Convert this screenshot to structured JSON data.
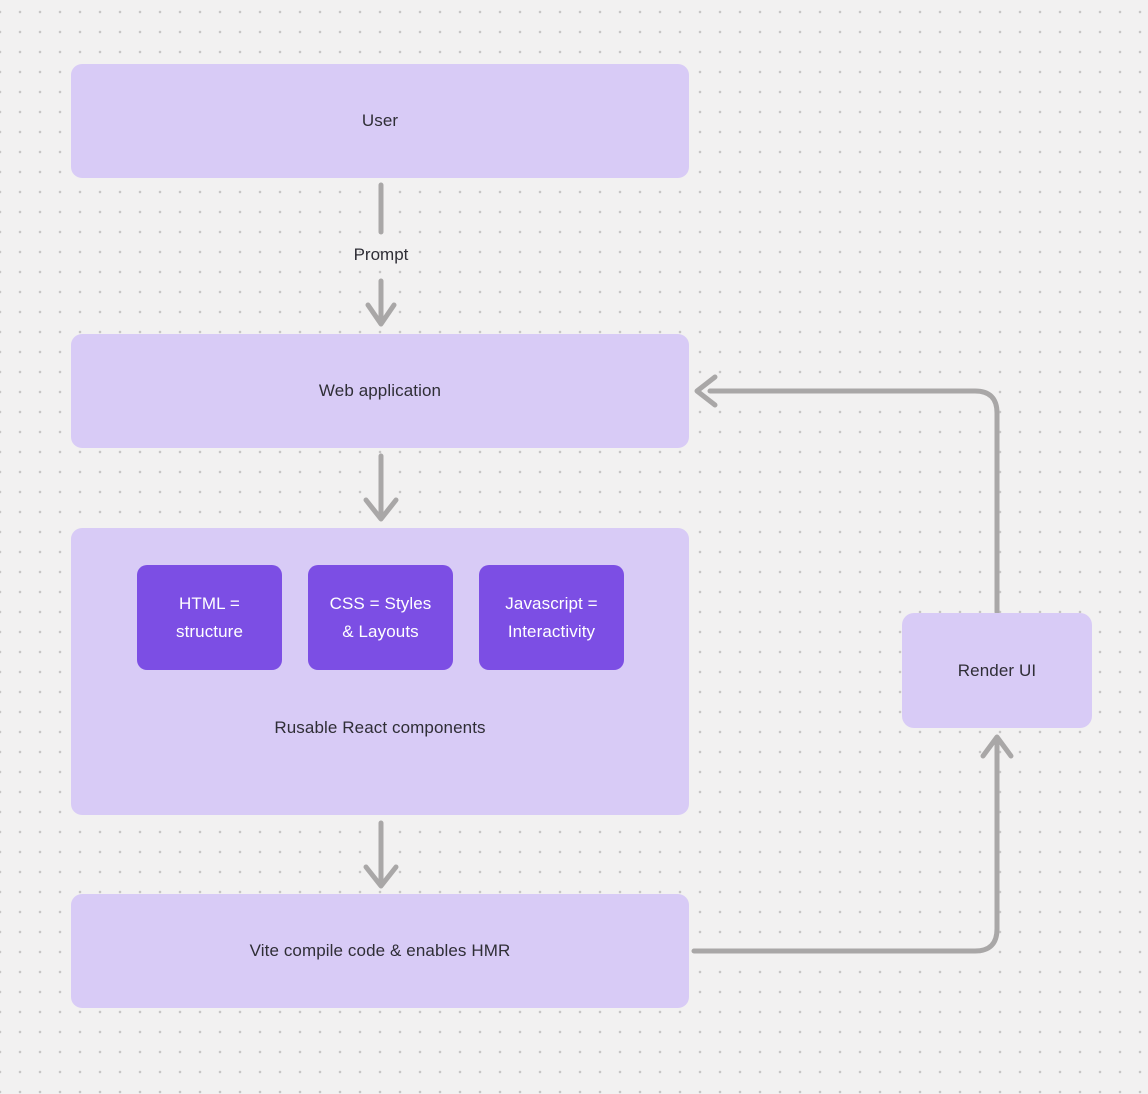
{
  "diagram": {
    "nodes": {
      "user": "User",
      "web_application": "Web application",
      "group_caption": "Rusable React components",
      "chips": [
        "HTML =\nstructure",
        "CSS = Styles\n& Layouts",
        "Javascript =\nInteractivity"
      ],
      "vite": "Vite compile code & enables HMR",
      "render_ui": "Render UI"
    },
    "edge_labels": {
      "prompt": "Prompt"
    },
    "colors": {
      "background": "#f2f1f1",
      "grid_dot": "#c7c5c5",
      "node_fill": "#d8cbf6",
      "chip_fill": "#7c4ee4",
      "node_text": "#2f2e36",
      "chip_text": "#ffffff",
      "edge": "#a9a7a7"
    }
  }
}
